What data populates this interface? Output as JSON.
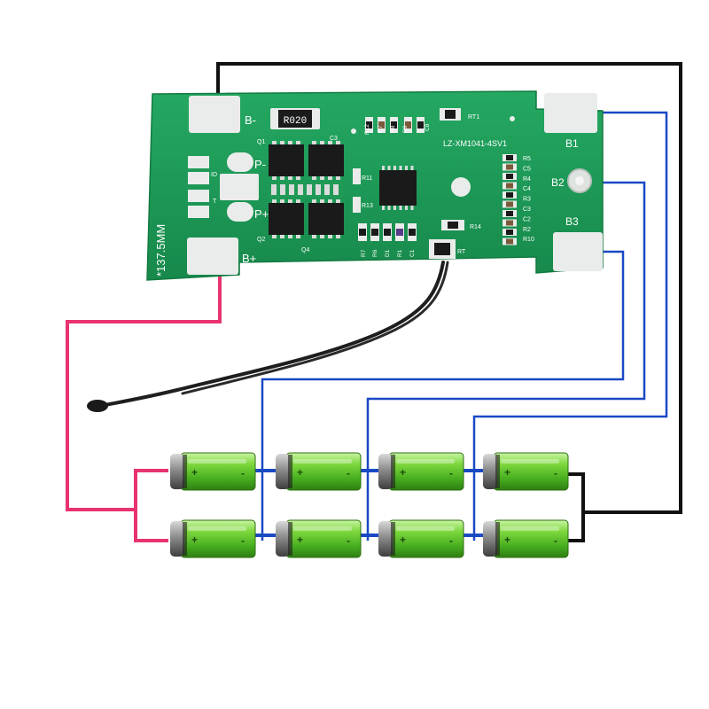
{
  "board": {
    "model": "LZ-XM1041-4SV1",
    "width_label": "*137.5MM",
    "resistor_code": "R020",
    "pad_labels": {
      "b_minus": "B-",
      "b_plus": "B+",
      "p_minus": "P-",
      "p_plus": "P+",
      "b1": "B1",
      "b2": "B2",
      "b3": "B3",
      "id": "ID",
      "t": "T"
    },
    "component_labels": {
      "q1": "Q1",
      "q2": "Q2",
      "q4": "Q4",
      "c3": "C3",
      "r11": "R11",
      "r13": "R13",
      "r14": "R14",
      "rt": "RT",
      "rt1": "RT1",
      "r12": "R12",
      "c7": "C7",
      "r8": "R8",
      "r9": "R9",
      "c8": "C8",
      "r7": "R7",
      "r6": "R6",
      "d1": "D1",
      "r1": "R1",
      "c1": "C1",
      "r5": "R5",
      "c5": "C5",
      "r4": "R4",
      "c4": "C4",
      "r3": "R3",
      "c3b": "C3",
      "c2": "C2",
      "r2": "R2",
      "r10": "R10"
    }
  },
  "wire_colors": {
    "b_minus": "#111111",
    "b_plus": "#e8336e",
    "balance": "#1a49c4",
    "thermistor": "#1e1e1e"
  },
  "pcb_colors": {
    "board": "#1f9a57",
    "pad": "#e9ecea",
    "chip": "#1a1a1a"
  },
  "cells": {
    "rows": 2,
    "cols": 4,
    "plus_symbol": "+",
    "minus_symbol": "-"
  }
}
